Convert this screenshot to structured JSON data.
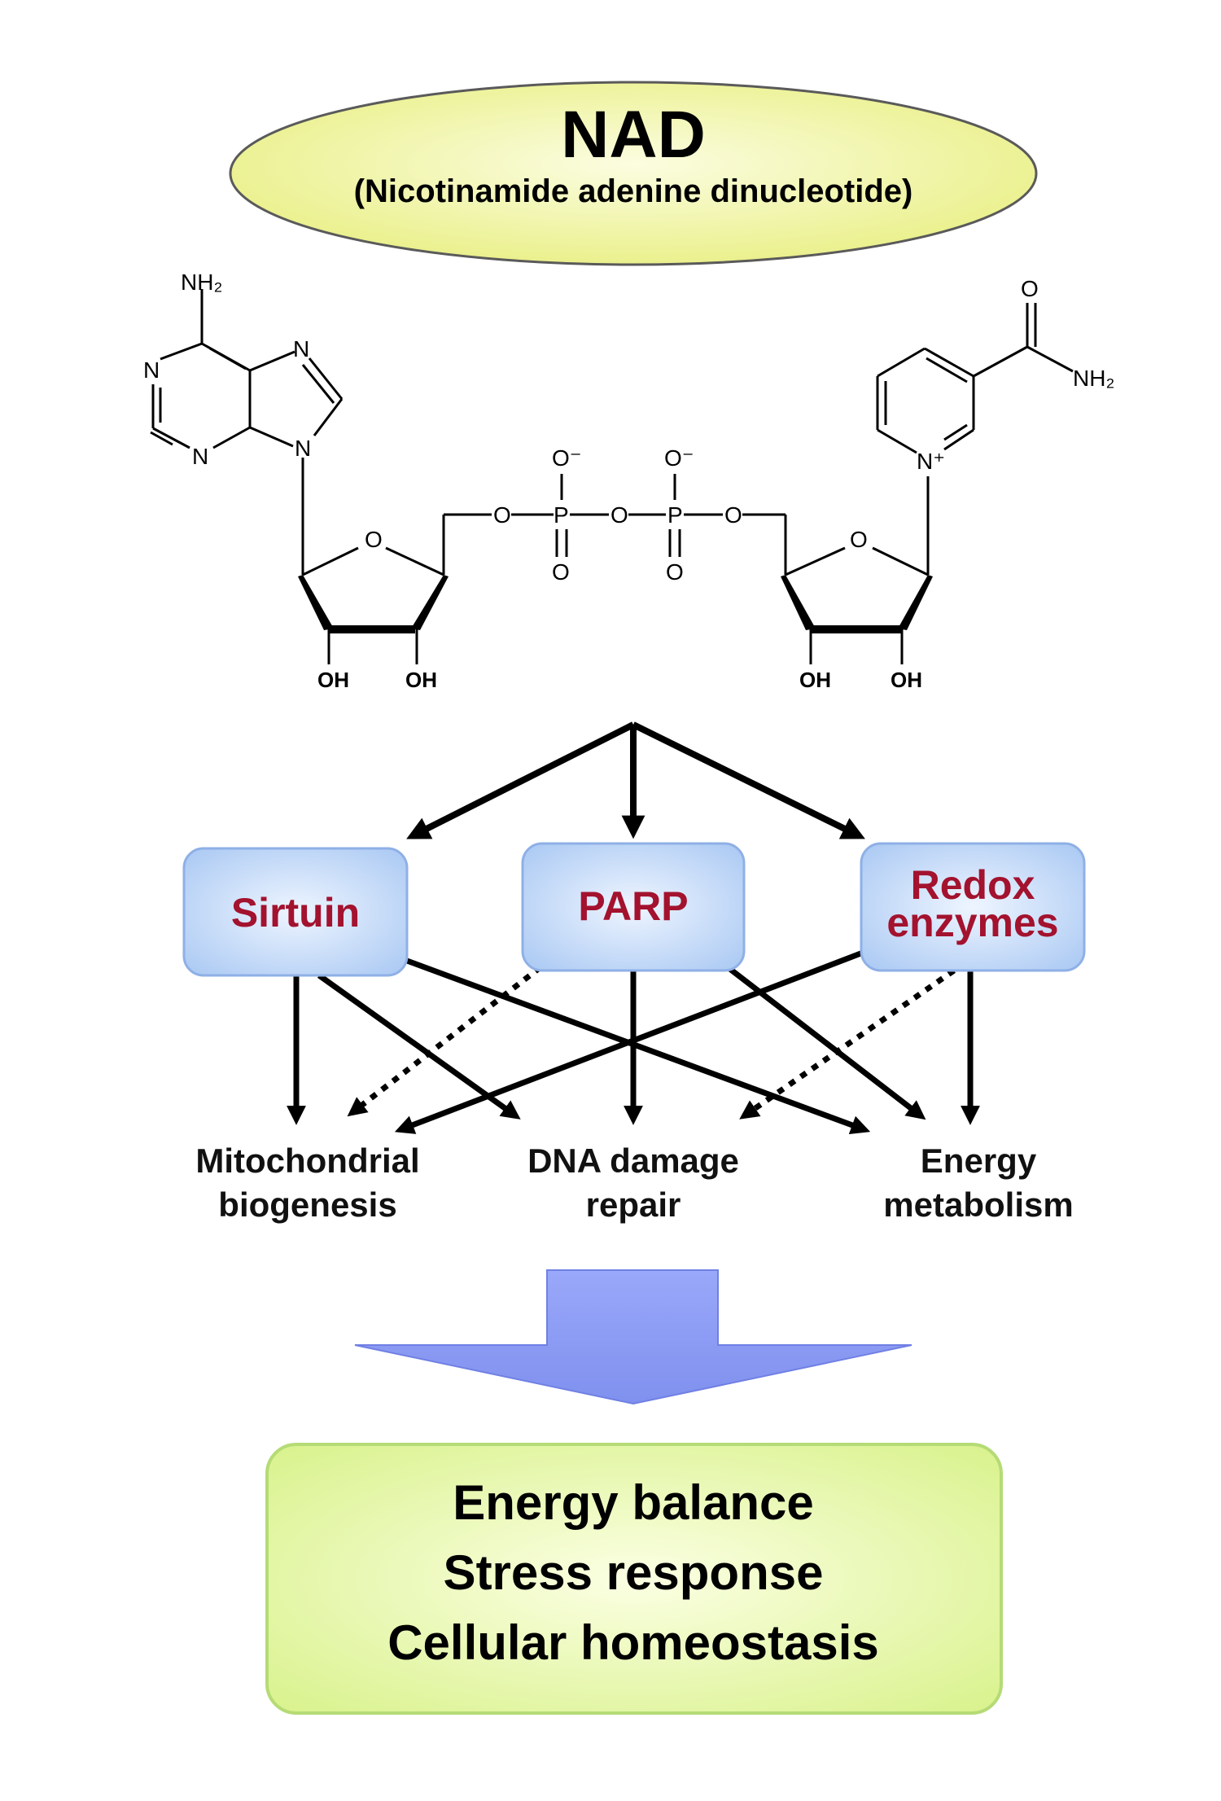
{
  "title": {
    "main": "NAD",
    "subtitle": "(Nicotinamide adenine dinucleotide)"
  },
  "molecule": {
    "adenine_amine": "NH₂",
    "n1": "N",
    "n3": "N",
    "n7": "N",
    "n9": "N",
    "ring_o_left": "O",
    "ring_o_right": "O",
    "oh_left_1": "OH",
    "oh_left_2": "OH",
    "oh_right_1": "OH",
    "oh_right_2": "OH",
    "bridge_o1": "O",
    "bridge_o2": "O",
    "bridge_o3": "O",
    "p1": "P",
    "p2": "P",
    "p1_o_minus": "O⁻",
    "p2_o_minus": "O⁻",
    "p1_o_double": "O",
    "p2_o_double": "O",
    "pyridinium_n": "N⁺",
    "amide_o": "O",
    "amide_nh2": "NH₂"
  },
  "enzymes": [
    {
      "label": "Sirtuin"
    },
    {
      "label": "PARP"
    },
    {
      "label_line1": "Redox",
      "label_line2": "enzymes"
    }
  ],
  "processes": [
    {
      "line1": "Mitochondrial",
      "line2": "biogenesis"
    },
    {
      "line1": "DNA damage",
      "line2": "repair"
    },
    {
      "line1": "Energy",
      "line2": "metabolism"
    }
  ],
  "outcomes": [
    "Energy balance",
    "Stress response",
    "Cellular homeostasis"
  ],
  "colors": {
    "nad_ellipse": "#f2f6a8",
    "enzyme_box": "#bcd6f7",
    "enzyme_text": "#a3122e",
    "big_arrow": "#8f9ef4",
    "outcome_box": "#e6f7a6"
  }
}
